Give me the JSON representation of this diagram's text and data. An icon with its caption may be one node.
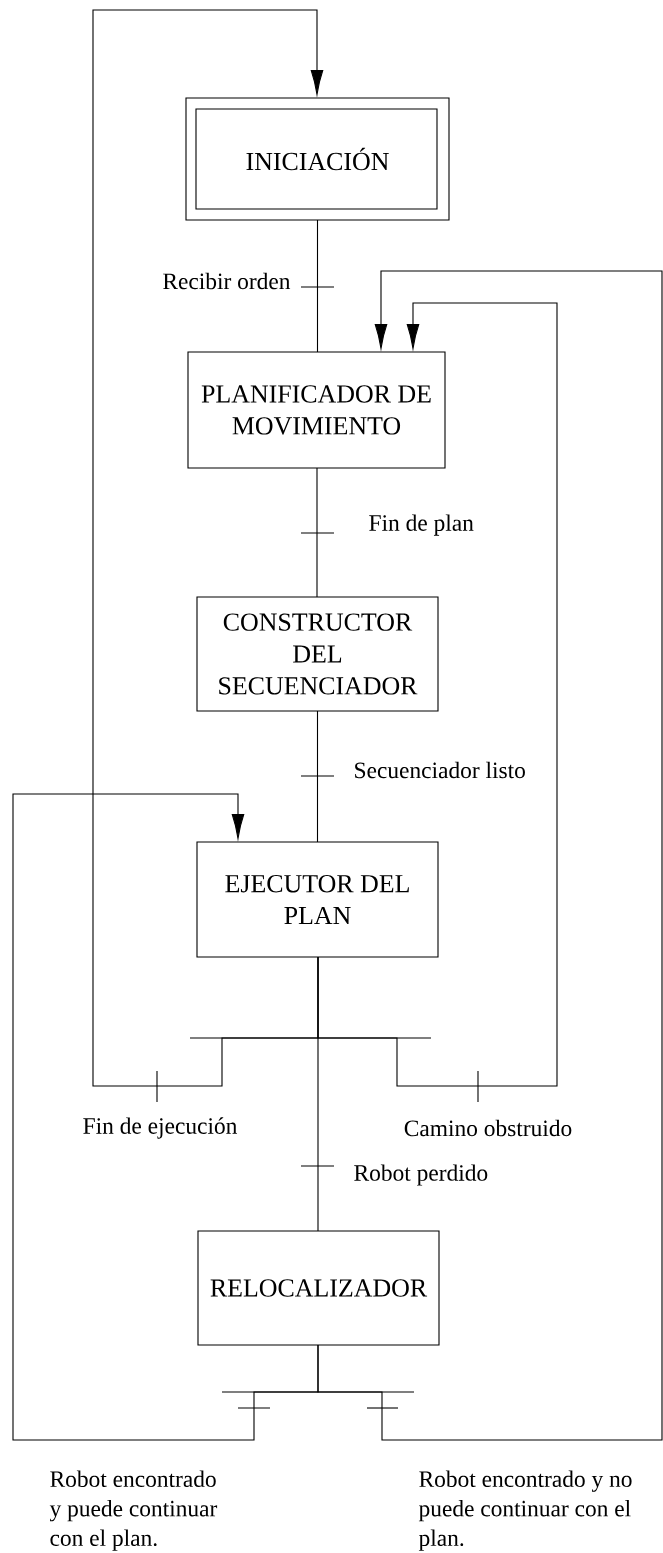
{
  "diagram": {
    "nodes": [
      {
        "text": [
          "INICIACIÓN"
        ]
      },
      {
        "text": [
          "PLANIFICADOR DE MOVIMIENTO"
        ]
      },
      {
        "text": [
          "CONSTRUCTOR DEL SECUENCIADOR"
        ]
      },
      {
        "text": [
          "EJECUTOR DEL PLAN"
        ]
      },
      {
        "text": [
          "RELOCALIZADOR"
        ]
      }
    ],
    "edges": [
      {
        "from": 0,
        "to": 1,
        "arrow": "none",
        "label": "Recibir orden"
      },
      {
        "from": 1,
        "to": 2,
        "arrow": "none",
        "label": "Fin de plan"
      },
      {
        "from": 2,
        "to": 3,
        "arrow": "none",
        "label": "Secuenciador listo"
      },
      {
        "from": 3,
        "to": 0,
        "arrow": "to",
        "label": "Fin de ejecución"
      },
      {
        "from": 3,
        "to": 1,
        "arrow": "to",
        "label": "Camino obstruido"
      },
      {
        "from": 3,
        "to": 4,
        "arrow": "none",
        "label": "Robot perdido"
      },
      {
        "from": 4,
        "to": 3,
        "arrow": "to",
        "label": "Robot encontrado y puede continuar con el plan."
      },
      {
        "from": 4,
        "to": 1,
        "arrow": "to",
        "label": "Robot encontrado y no puede continuar con el plan."
      }
    ]
  }
}
